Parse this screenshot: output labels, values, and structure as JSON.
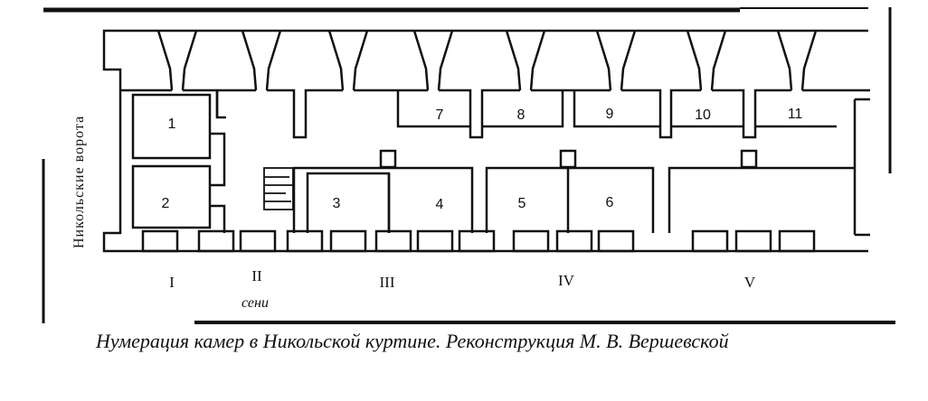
{
  "diagram": {
    "gate_label": "Никольские ворота",
    "rooms": [
      "1",
      "2",
      "3",
      "4",
      "5",
      "6",
      "7",
      "8",
      "9",
      "10",
      "11"
    ],
    "sections": [
      "I",
      "II",
      "III",
      "IV",
      "V"
    ],
    "vestibule_label": "сени"
  },
  "caption": "Нумерация камер в Никольской куртине. Реконструкция М. В. Вершевской"
}
